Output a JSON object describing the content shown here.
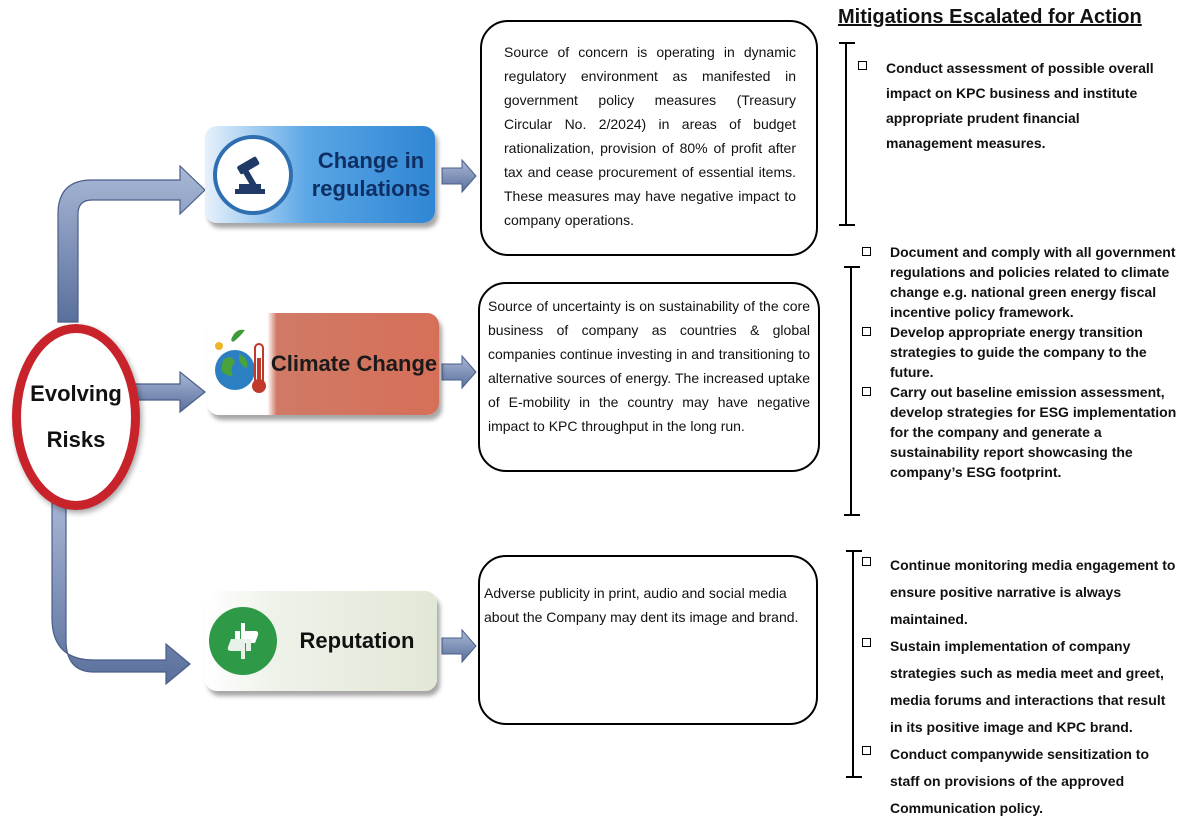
{
  "hub": {
    "line1": "Evolving",
    "line2": "Risks"
  },
  "risks": [
    {
      "title_line1": "Change in",
      "title_line2": "regulations",
      "icon": "gavel-icon",
      "description": "Source of concern is operating in dynamic regulatory environment as manifested in government policy measures (Treasury Circular No. 2/2024) in areas of budget rationalization, provision of 80% of profit after tax and cease procurement of essential items. These measures may have negative impact to company operations."
    },
    {
      "title_line1": "Climate Change",
      "icon": "globe-thermometer-icon",
      "description": "Source of uncertainty is on sustainability of the core business of company as countries & global companies continue investing in and transitioning to alternative sources of energy. The increased uptake of E-mobility in the country may have negative impact to KPC throughput in the long run."
    },
    {
      "title_line1": "Reputation",
      "icon": "thumbs-up-down-icon",
      "description": "Adverse publicity in print, audio and social media about the Company may dent its image and brand."
    }
  ],
  "mitigations": {
    "title": "Mitigations Escalated for Action",
    "groups": [
      {
        "items": [
          "Conduct assessment of possible overall impact on KPC business and institute appropriate prudent financial management measures."
        ]
      },
      {
        "items": [
          "Document and comply with all government regulations and policies related to climate change e.g. national green energy fiscal incentive policy framework.",
          "Develop appropriate energy transition strategies to guide the company to the future.",
          "Carry out baseline emission assessment, develop strategies for ESG implementation for the company and generate a sustainability report showcasing the company’s ESG footprint."
        ]
      },
      {
        "items": [
          "Continue monitoring media engagement to ensure positive narrative is always maintained.",
          "Sustain implementation of company strategies such as media meet and greet, media forums and interactions that result in its positive image and KPC brand.",
          "Conduct companywide sensitization to staff on provisions of the approved Communication policy."
        ]
      }
    ]
  },
  "colors": {
    "hub_ring": "#c8232b",
    "arrow_fill": "#6f86b6",
    "regulation_card": "#2f86d4",
    "climate_card": "#d66f58",
    "reputation_icon": "#2e9a47"
  }
}
